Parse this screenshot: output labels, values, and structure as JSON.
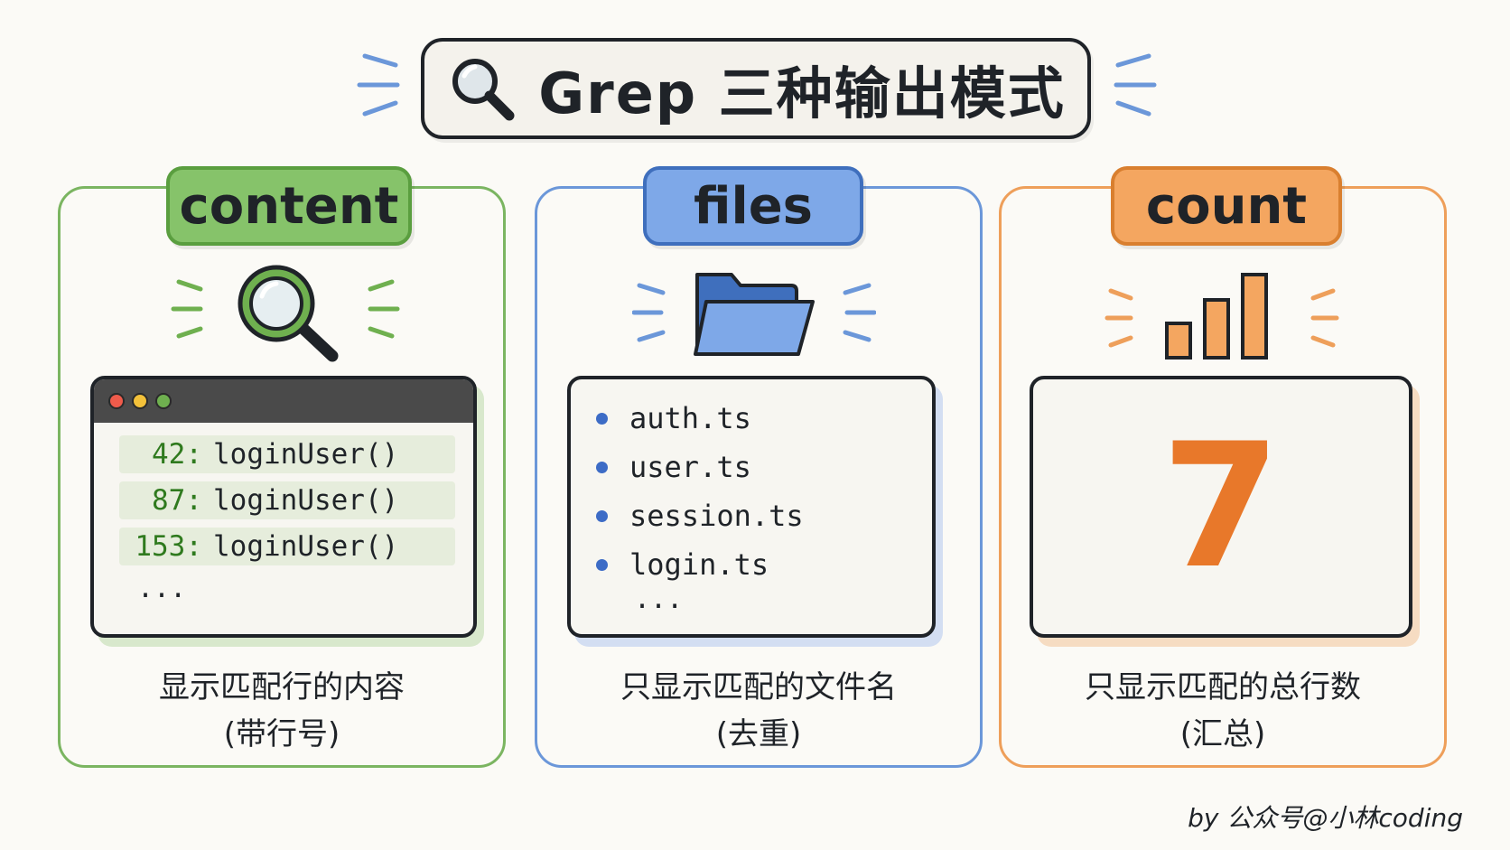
{
  "title": {
    "text": "Grep 三种输出模式",
    "icon": "magnifier-icon"
  },
  "colors": {
    "green": "#7bb561",
    "blue": "#6b97d9",
    "orange": "#ee9f5a",
    "count_number": "#e8782a"
  },
  "panels": [
    {
      "label": "content",
      "icon": "magnifier-icon",
      "lines": [
        {
          "num": "42:",
          "code": "loginUser()"
        },
        {
          "num": "87:",
          "code": "loginUser()"
        },
        {
          "num": "153:",
          "code": "loginUser()"
        }
      ],
      "ellipsis": "...",
      "desc_line1": "显示匹配行的内容",
      "desc_line2": "(带行号)"
    },
    {
      "label": "files",
      "icon": "folder-icon",
      "files": [
        "auth.ts",
        "user.ts",
        "session.ts",
        "login.ts"
      ],
      "ellipsis": "...",
      "desc_line1": "只显示匹配的文件名",
      "desc_line2": "(去重)"
    },
    {
      "label": "count",
      "icon": "bar-chart-icon",
      "number": "7",
      "desc_line1": "只显示匹配的总行数",
      "desc_line2": "(汇总)"
    }
  ],
  "credit": "by 公众号@小林coding"
}
